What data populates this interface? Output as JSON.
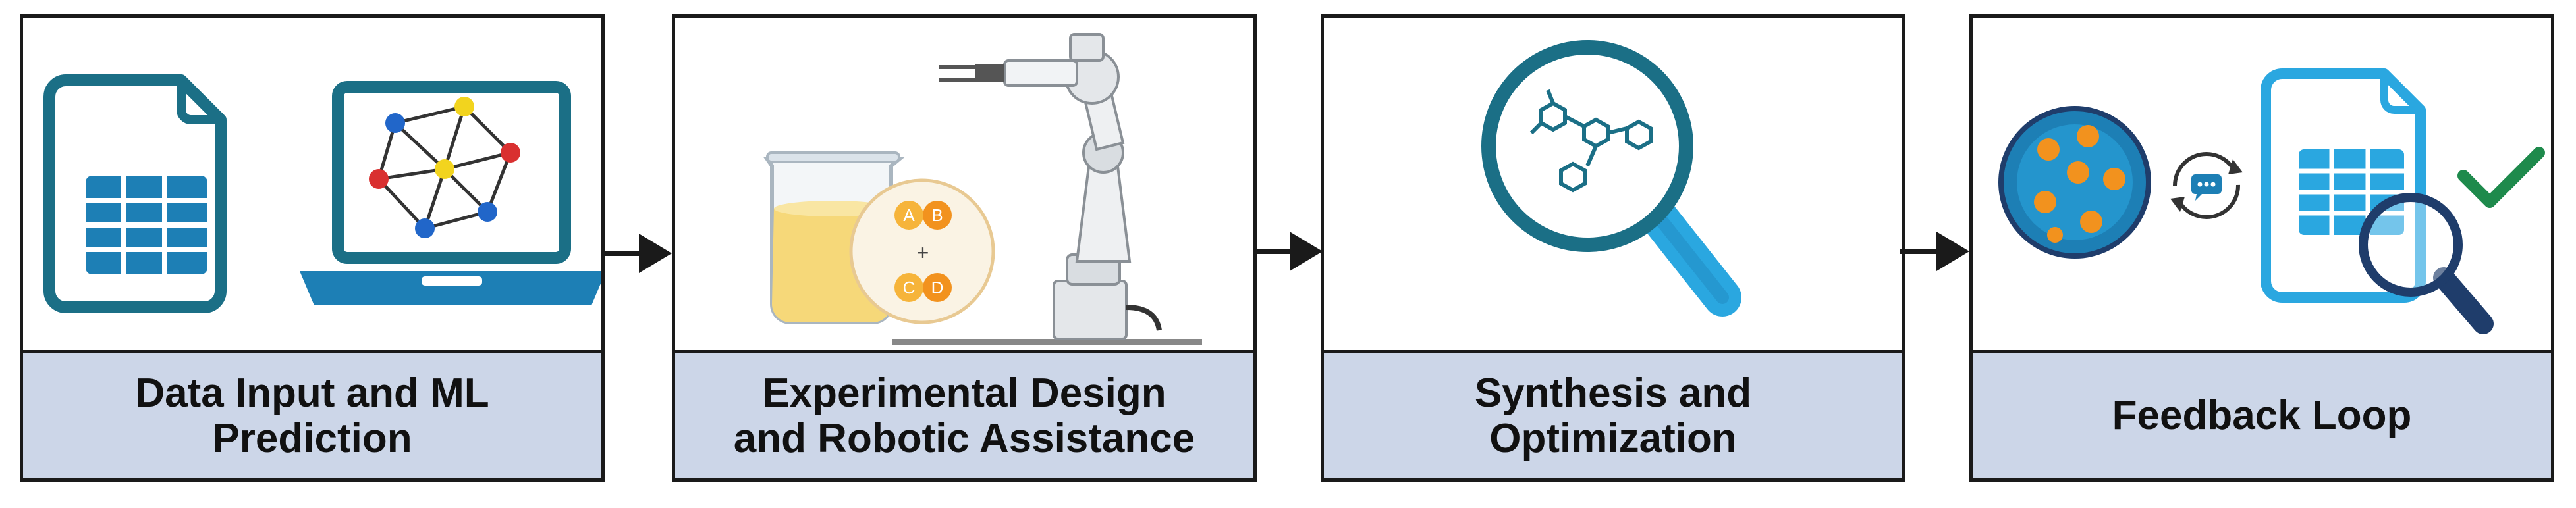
{
  "panels": [
    {
      "label": "Data Input and ML\nPrediction"
    },
    {
      "label": "Experimental Design\nand Robotic Assistance",
      "beaker_labels": [
        "A",
        "B",
        "C",
        "D"
      ],
      "plus": "+"
    },
    {
      "label": "Synthesis and\nOptimization"
    },
    {
      "label": "Feedback Loop"
    }
  ],
  "colors": {
    "frame": "#1a1a1a",
    "caption_bg": "#ccd6e8",
    "teal": "#1b6f86",
    "blue": "#1d7fb5",
    "light_blue": "#2aa7e0",
    "orange": "#f2921e",
    "green": "#1e8a4c",
    "navy": "#1f3d6b"
  },
  "icons": [
    "spreadsheet-document-icon",
    "laptop-network-icon",
    "beaker-icon",
    "robotic-arm-icon",
    "magnifier-molecules-icon",
    "nanoparticle-icon",
    "chat-cycle-icon",
    "document-check-icon"
  ]
}
